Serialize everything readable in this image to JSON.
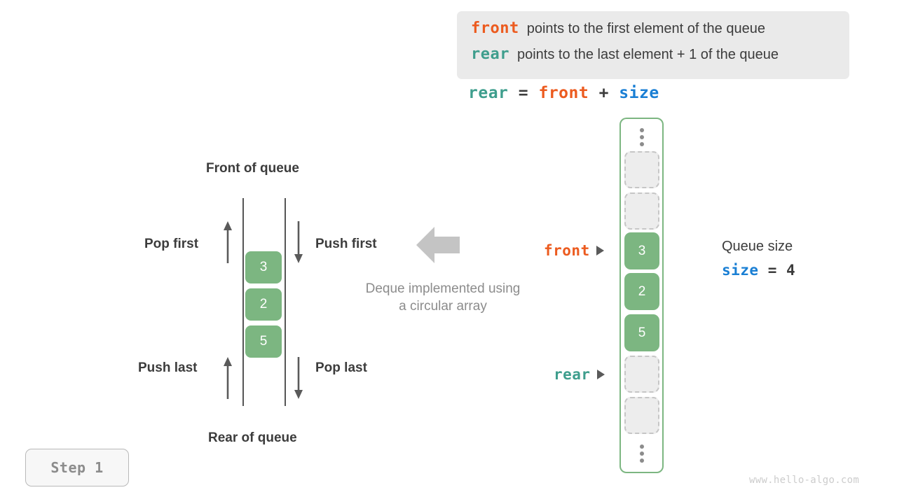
{
  "info_box": {
    "lines": [
      {
        "keyword": "front",
        "keyword_color": "#ec5b1f",
        "text": "points to the first element of the queue"
      },
      {
        "keyword": "rear",
        "keyword_color": "#3e9e8d",
        "text": "points to the last element + 1 of the queue"
      }
    ]
  },
  "equation": {
    "lhs": "rear",
    "eq": "=",
    "rhs1": "front",
    "plus": "+",
    "rhs2": "size"
  },
  "deque_diagram": {
    "top_label": "Front of queue",
    "bottom_label": "Rear of queue",
    "op_pop_first": "Pop first",
    "op_push_first": "Push first",
    "op_push_last": "Push last",
    "op_pop_last": "Pop last",
    "cells": [
      "3",
      "2",
      "5"
    ],
    "caption_line1": "Deque implemented using",
    "caption_line2": "a circular array"
  },
  "array_column": {
    "ellipsis_top": "vertical-ellipsis",
    "ellipsis_bottom": "vertical-ellipsis",
    "cells": [
      {
        "value": "",
        "state": "empty"
      },
      {
        "value": "",
        "state": "empty"
      },
      {
        "value": "3",
        "state": "filled"
      },
      {
        "value": "2",
        "state": "filled"
      },
      {
        "value": "5",
        "state": "filled"
      },
      {
        "value": "",
        "state": "empty"
      },
      {
        "value": "",
        "state": "empty"
      }
    ],
    "pointers": {
      "front_label": "front",
      "rear_label": "rear"
    }
  },
  "queue_size": {
    "title": "Queue size",
    "var": "size",
    "eq": "=",
    "value": "4"
  },
  "step_badge": {
    "label": "Step 1"
  },
  "watermark": {
    "text": "www.hello-algo.com"
  },
  "colors": {
    "front": "#ec5b1f",
    "rear": "#3e9e8d",
    "size": "#1a7fd4",
    "green_cell": "#7cb681",
    "empty_cell": "#ededed",
    "text": "#3c3c3c",
    "muted": "#8c8c8c"
  }
}
